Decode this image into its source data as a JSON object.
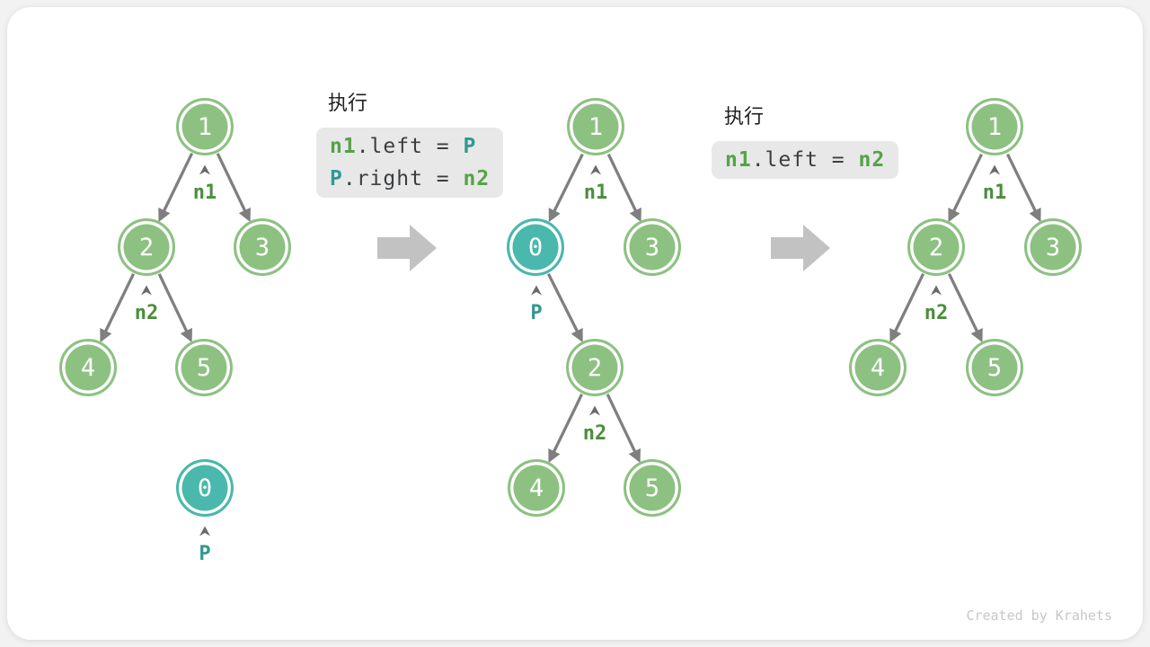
{
  "colors": {
    "bg": "#f1f2f1",
    "card": "#ffffff",
    "node_green": "#8dc182",
    "node_teal": "#4ab8ac",
    "label_green": "#4b8e3c",
    "label_teal": "#2f998f",
    "code_green": "#54a346",
    "code_teal": "#2f9a94",
    "code_text": "#3b3e40",
    "code_bg": "#e8e8e8",
    "edge": "#7f7f7f",
    "big_arrow": "#c2c2c2",
    "heading": "#212121",
    "credit": "#c7c7c7"
  },
  "section1": {
    "heading": "执行",
    "code": {
      "l1a": "n1",
      "l1b": ".left = ",
      "l1c": "P",
      "l2a": "P",
      "l2b": ".right = ",
      "l2c": "n2"
    }
  },
  "section2": {
    "heading": "执行",
    "code": {
      "l1a": "n1",
      "l1b": ".left = ",
      "l1c": "n2"
    }
  },
  "tree1": {
    "nodes": {
      "v1": "1",
      "v2": "2",
      "v3": "3",
      "v4": "4",
      "v5": "5",
      "v0": "0"
    },
    "labels": {
      "n1": "n1",
      "n2": "n2",
      "p": "P"
    }
  },
  "tree2": {
    "nodes": {
      "v1": "1",
      "v0": "0",
      "v3": "3",
      "v2": "2",
      "v4": "4",
      "v5": "5"
    },
    "labels": {
      "n1": "n1",
      "p": "P",
      "n2": "n2"
    }
  },
  "tree3": {
    "nodes": {
      "v1": "1",
      "v2": "2",
      "v3": "3",
      "v4": "4",
      "v5": "5"
    },
    "labels": {
      "n1": "n1",
      "n2": "n2"
    }
  },
  "footer": {
    "credit": "Created by Krahets"
  }
}
